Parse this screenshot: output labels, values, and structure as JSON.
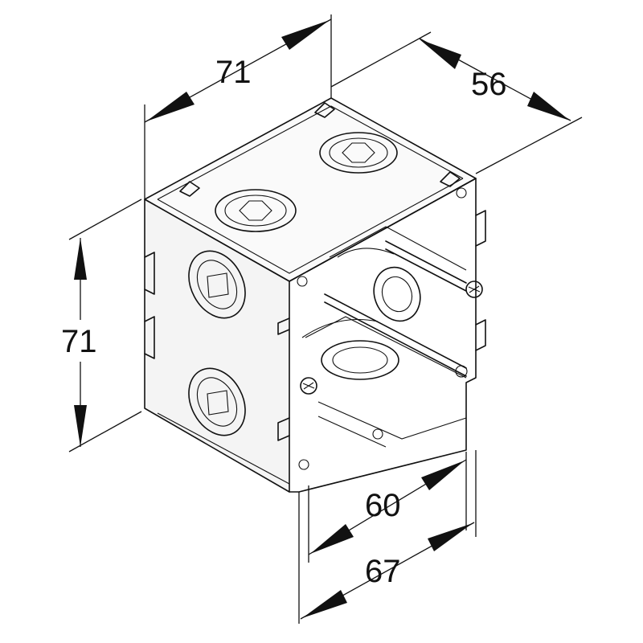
{
  "dimensions": {
    "top_width": "71",
    "top_depth": "56",
    "height": "71",
    "inner_width": "60",
    "outer_width": "67"
  }
}
